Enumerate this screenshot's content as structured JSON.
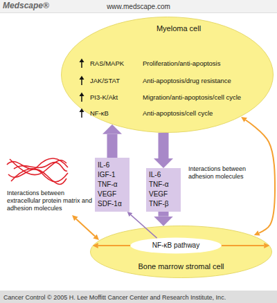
{
  "diagram": {
    "nodes": [
      {
        "text": [
          "Myeloma cell",
          "RAS/MAPK",
          "Proliferation/anti-apoptosis",
          "JAK/STAT",
          "Anti-apoptosis/drug resistance",
          "PI3-K/Akt",
          "Migration/anti-apoptosis/cell cycle",
          "NF-κB",
          "Anti-apoptosis/cell cycle"
        ]
      },
      {
        "text": [
          "IL-6",
          "IGF-1",
          "TNF-α",
          "VEGF",
          "SDF-1α"
        ]
      },
      {
        "text": [
          "IL-6",
          "TNF-α",
          "VEGF",
          "TNF-β"
        ]
      },
      {
        "text": [
          "Bone marrow stromal cell"
        ]
      },
      {
        "text": [
          "NF-κB pathway"
        ],
        "in": 3
      }
    ],
    "edges": [
      {
        "from": 1,
        "to": 0,
        "arrow": "to"
      },
      {
        "from": 0,
        "to": 2,
        "arrow": "to"
      },
      {
        "from": 2,
        "to": 3,
        "arrow": "to"
      },
      {
        "from": 4,
        "to": 1,
        "arrow": "to"
      },
      {
        "from": 4,
        "to": 3,
        "arrow": "to"
      },
      {
        "from": 4,
        "to": 3,
        "arrow": "to"
      },
      {
        "from": 0,
        "to": 3,
        "arrow": "both"
      }
    ],
    "labels": [
      "Medscape®",
      "www.medscape.com",
      "Interactions between extracellular protein matrix and adhesion molecules",
      "Interactions between adhesion molecules",
      "Cancer Control © 2005 H. Lee Moffitt Cancer Center and Research Institute, Inc."
    ]
  }
}
